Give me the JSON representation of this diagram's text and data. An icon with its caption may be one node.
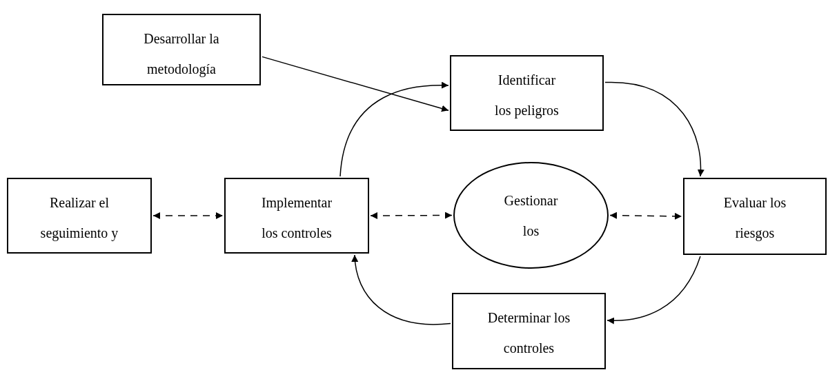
{
  "diagram": {
    "nodes": [
      {
        "text": [
          "Desarrollar la metodología"
        ]
      },
      {
        "text": [
          "Identificar los peligros"
        ]
      },
      {
        "text": [
          "Realizar el seguimiento y"
        ]
      },
      {
        "text": [
          "Implementar los controles"
        ]
      },
      {
        "text": [
          "Gestionar los"
        ]
      },
      {
        "text": [
          "Evaluar los riesgos"
        ]
      },
      {
        "text": [
          "Determinar los controles"
        ]
      }
    ],
    "edges": [
      {
        "from": 0,
        "to": 1,
        "arrow": "to"
      },
      {
        "from": 3,
        "to": 1,
        "arrow": "to"
      },
      {
        "from": 1,
        "to": 5,
        "arrow": "to"
      },
      {
        "from": 5,
        "to": 6,
        "arrow": "to"
      },
      {
        "from": 6,
        "to": 3,
        "arrow": "to"
      },
      {
        "from": 2,
        "to": 3,
        "arrow": "both",
        "style": "dashed"
      },
      {
        "from": 3,
        "to": 4,
        "arrow": "both",
        "style": "dashed"
      },
      {
        "from": 4,
        "to": 5,
        "arrow": "both",
        "style": "dashed"
      }
    ]
  }
}
